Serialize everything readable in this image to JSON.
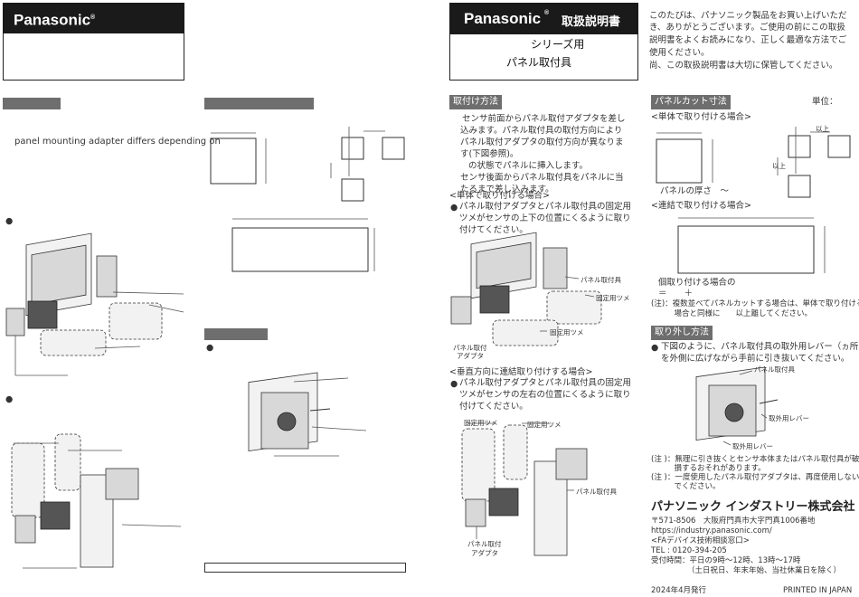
{
  "brand": "Panasonic",
  "brand_mark": "®",
  "right_header": {
    "doc_type": "取扱説明書",
    "line1": "シリーズ用",
    "line2": "パネル取付具"
  },
  "intro": [
    "このたびは、パナソニック製品をお買い上げいただ",
    "き、ありがとうございます。ご使用の前にこの取扱",
    "説明書をよくお読みになり、正しく最適な方法でご",
    "使用ください。",
    "尚、この取扱説明書は大切に保管してください。"
  ],
  "left": {
    "english_text": "panel mounting adapter differs depending on"
  },
  "section_mount": {
    "heading": "取付け方法",
    "body": [
      "センサ前面からパネル取付アダプタを差し",
      "込みます。パネル取付具の取付方向により",
      "パネル取付アダプタの取付方向が異なりま",
      "す(下図参照)。",
      "の状態でパネルに挿入します。",
      "センサ後面からパネル取付具をパネルに当",
      "たるまで差し込みます。"
    ],
    "single_title": "<単体で取り付ける場合>",
    "single_body": [
      "パネル取付アダプタとパネル取付具の固定用",
      "ツメがセンサの上下の位置にくるように取り",
      "付けてください。"
    ],
    "vertical_title": "<垂直方向に連結取り付けする場合>",
    "vertical_body": [
      "パネル取付アダプタとパネル取付具の固定用",
      "ツメがセンサの左右の位置にくるように取り",
      "付けてください。"
    ]
  },
  "diagram_labels": {
    "panel_bracket": "パネル取付具",
    "fixing_claw": "固定用ツメ",
    "panel_adapter_1": "パネル取付",
    "panel_adapter_2": "アダプタ",
    "removal_lever": "取外用レバー"
  },
  "section_cut": {
    "heading": "パネルカット寸法",
    "unit": "単位：",
    "single_title": "<単体で取り付ける場合>",
    "panel_thickness": "パネルの厚さ　～",
    "min_above_1": "以上",
    "min_above_2": "以上",
    "linked_title": "<連結で取り付ける場合>",
    "count_line": "個取り付ける場合の",
    "formula": "＝　　＋",
    "note": [
      "(注)：複数並べてパネルカットする場合は、単体で取り付ける",
      "　　　場合と同様に　　以上離してください。"
    ]
  },
  "section_remove": {
    "heading": "取り外し方法",
    "body": [
      "下図のように、パネル取付具の取外用レバー（ヵ所）",
      "を外側に広げながら手前に引き抜いてください。"
    ],
    "notes": [
      "(注 )：無理に引き抜くとセンサ本体またはパネル取付具が破",
      "　　　損するおそれがあります。",
      "(注 )：一度使用したパネル取付アダプタは、再度使用しない",
      "　　　でください。"
    ]
  },
  "company": {
    "name": "パナソニック インダストリー株式会社",
    "address": "〒571-8506　大阪府門真市大字門真1006番地",
    "url": "https://industry.panasonic.com/",
    "dept": "<FAデバイス技術相談窓口>",
    "tel": "TEL : 0120-394-205",
    "hours": "受付時間：平日の9時～12時、13時～17時",
    "closed": "（土日祝日、年末年始、当社休業日を除く）"
  },
  "footer": {
    "issued": "2024年4月発行",
    "printed": "PRINTED IN JAPAN"
  }
}
